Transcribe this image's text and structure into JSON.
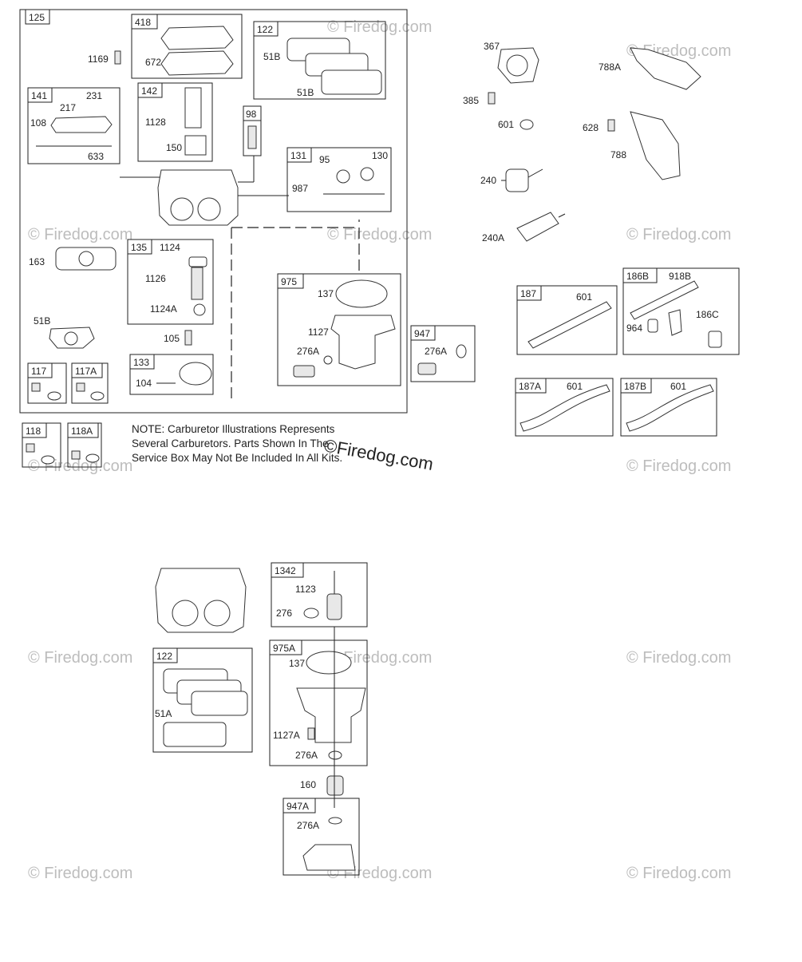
{
  "note_lines": [
    "NOTE: Carburetor Illustrations Represents",
    "Several Carburetors. Parts Shown In The",
    "Service Box May Not Be Included In All Kits."
  ],
  "watermark": "© Firedog.com",
  "watermark_center": "©Firedog.com",
  "boxes": {
    "b125": "125",
    "b418": "418",
    "b122": "122",
    "b141": "141",
    "b142": "142",
    "b98": "98",
    "b131": "131",
    "b135": "135",
    "b975": "975",
    "b947": "947",
    "b133": "133",
    "b117": "117",
    "b117a": "117A",
    "b118": "118",
    "b118a": "118A",
    "b187": "187",
    "b186b": "186B",
    "b187a": "187A",
    "b187b": "187B",
    "b1342": "1342",
    "b122b": "122",
    "b975a": "975A",
    "b947a": "947A"
  },
  "labels": {
    "p1169": "1169",
    "p672": "672",
    "p51b_1": "51B",
    "p51b_2": "51B",
    "p231": "231",
    "p217": "217",
    "p108": "108",
    "p633": "633",
    "p1128": "1128",
    "p150": "150",
    "p95": "95",
    "p130": "130",
    "p987": "987",
    "p163": "163",
    "p1124a": "1124",
    "p1126": "1126",
    "p1124b": "1124A",
    "p105": "105",
    "p104": "104",
    "p51b_3": "51B",
    "p137": "137",
    "p1127": "1127",
    "p276a_1": "276A",
    "p276a_2": "276A",
    "p367": "367",
    "p385": "385",
    "p601_1": "601",
    "p240": "240",
    "p240a": "240A",
    "p788a": "788A",
    "p628": "628",
    "p788": "788",
    "p601_2": "601",
    "p918b": "918B",
    "p964": "964",
    "p186c": "186C",
    "p601_3": "601",
    "p601_4": "601",
    "p1123": "1123",
    "p276": "276",
    "p51a": "51A",
    "p137b": "137",
    "p1127a": "1127A",
    "p276a_3": "276A",
    "p160": "160",
    "p276a_4": "276A"
  }
}
